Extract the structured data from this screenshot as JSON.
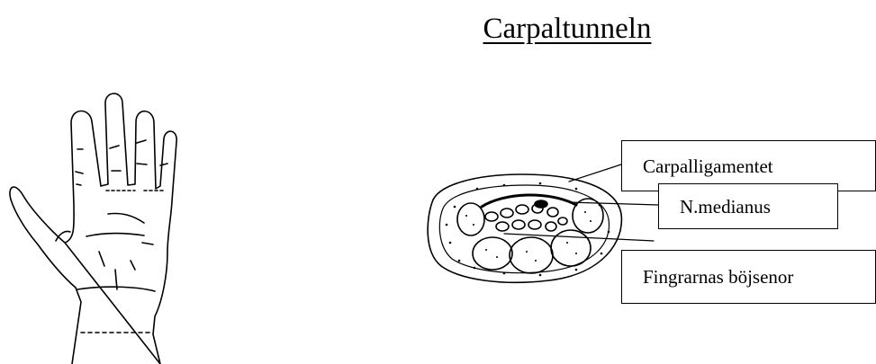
{
  "title": "Carpaltunneln",
  "labels": {
    "ligament": "Carpalligamentet",
    "median_nerve": "N.medianus",
    "flexor_tendons": "Fingrarnas böjsenor"
  },
  "colors": {
    "ink": "#000000",
    "background": "#ffffff"
  }
}
